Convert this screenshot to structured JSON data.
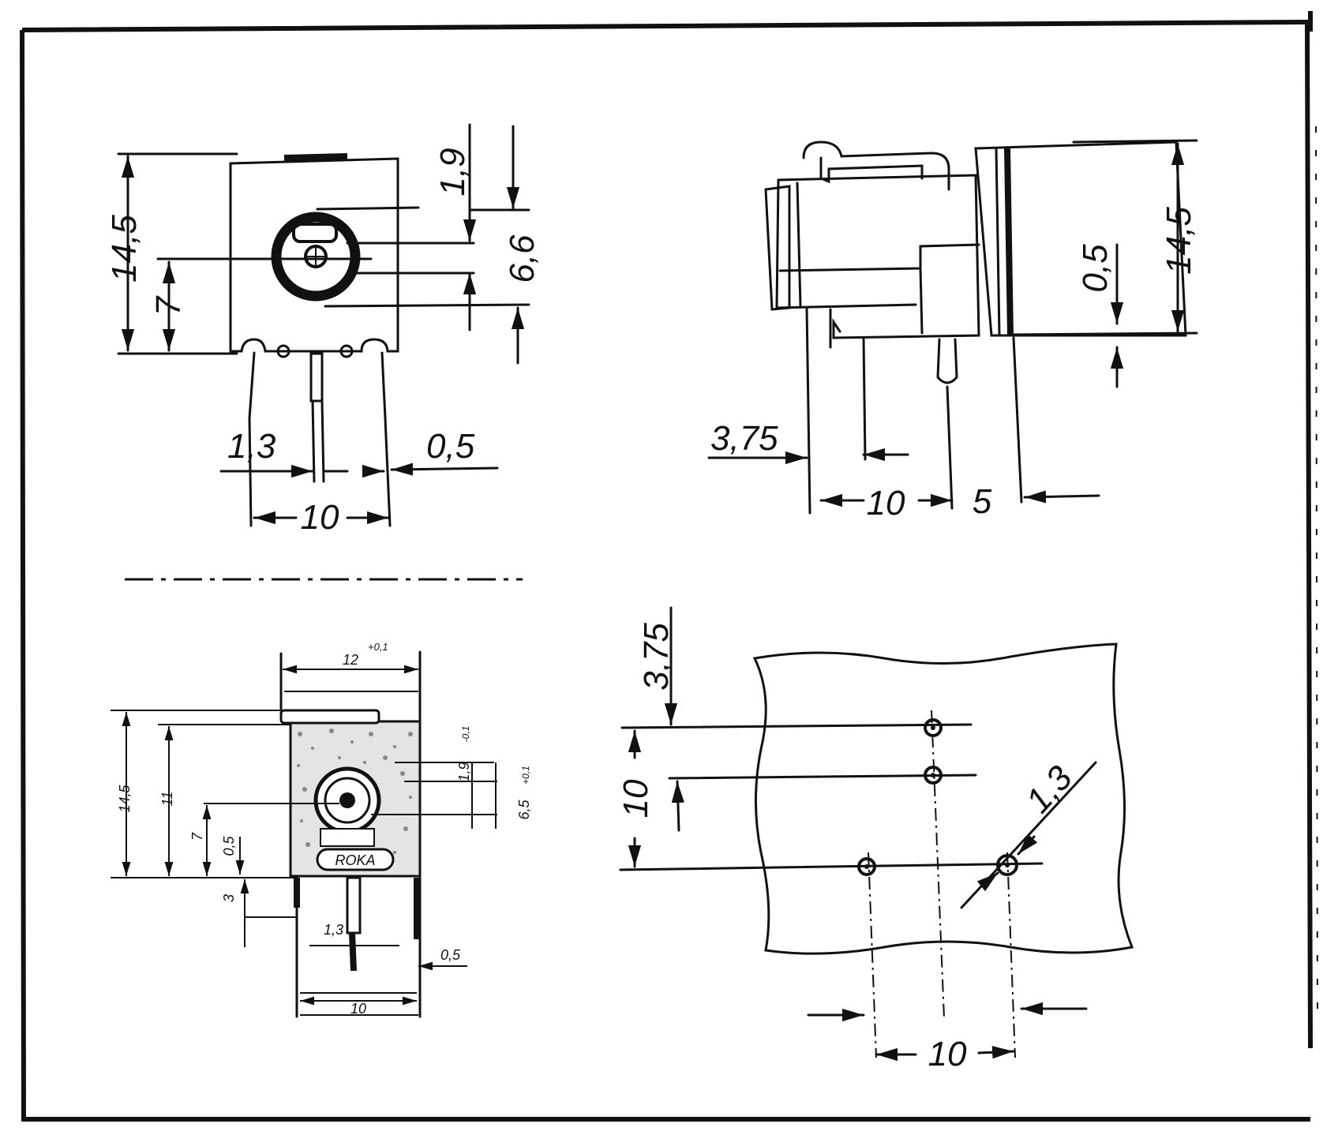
{
  "views": {
    "front": {
      "height": "14,5",
      "center_height": "7",
      "top_offset": "1,9",
      "center_band": "6,6",
      "pin_width": "1,3",
      "pin_thickness": "0,5",
      "pin_spacing": "10"
    },
    "side": {
      "height": "14,5",
      "gap": "0,5",
      "front_offset": "3,75",
      "pin_spacing": "10",
      "rear_offset": "5"
    },
    "variant": {
      "width": "12",
      "width_tol": "+0,1",
      "height": "14,5",
      "inner_height": "11",
      "center_height": "7",
      "gap": "0,5",
      "pin_length": "3",
      "top_offset": "1,9",
      "top_offset_tol": "-0,1",
      "center_band": "6,5",
      "center_band_tol": "+0,1",
      "pin_width": "1,3",
      "pin_thickness": "0,5",
      "pin_spacing": "10",
      "marking": "ROKA"
    },
    "hole_pattern": {
      "top_offset": "3,75",
      "row_spacing": "10",
      "hole_diameter": "1,3",
      "pin_spacing": "10"
    }
  }
}
